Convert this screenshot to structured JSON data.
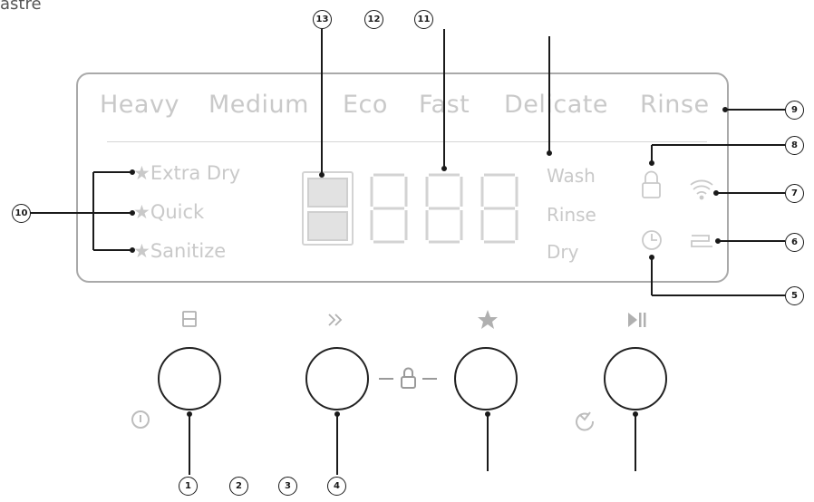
{
  "top_text": "astre",
  "programs": [
    "Heavy",
    "Medium",
    "Eco",
    "Fast",
    "Delicate",
    "Rinse"
  ],
  "options": [
    "Extra Dry",
    "Quick",
    "Sanitize"
  ],
  "star_glyph": "★",
  "stages": [
    "Wash",
    "Rinse",
    "Dry"
  ],
  "display_digits": "888",
  "callouts": {
    "c1": "1",
    "c2": "2",
    "c3": "3",
    "c4": "4",
    "c5": "5",
    "c6": "6",
    "c7": "7",
    "c8": "8",
    "c9": "9",
    "c10": "10",
    "c11": "11",
    "c12": "12",
    "c13": "13"
  },
  "icons": {
    "program_button": "program-select-icon",
    "option_button": "fast-forward-icon",
    "star_button": "star-icon",
    "start_button": "play-pause-icon",
    "child_lock": "lock-icon",
    "wifi": "wifi-icon",
    "delay": "clock-icon",
    "rinse_aid": "rinse-aid-icon",
    "power": "power-icon",
    "delay_start": "delay-start-icon"
  },
  "colors": {
    "panel_border": "#a9a9a9",
    "faded_text": "#c9c9c9",
    "leader_line": "#1a1a1a"
  }
}
